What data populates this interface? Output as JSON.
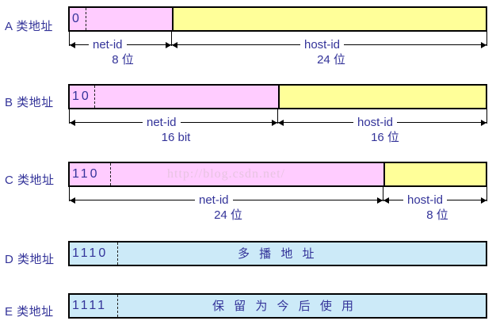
{
  "figure": {
    "title_watermark": "http://blog.csdn.net/",
    "colors": {
      "net_id_fill": "#ffccff",
      "host_id_fill": "#ffff99",
      "class_de_fill": "#cceaf8",
      "text": "#333399",
      "border": "#000000",
      "watermark": "#e8c4e2",
      "background": "#ffffff"
    }
  },
  "rows": [
    {
      "label": "A 类地址",
      "prefix_bits": "0",
      "segments": [
        {
          "name": "net-id",
          "caption": "net-id",
          "sub": "8 位"
        },
        {
          "name": "host-id",
          "caption": "host-id",
          "sub": "24 位"
        }
      ]
    },
    {
      "label": "B 类地址",
      "prefix_bits": "10",
      "segments": [
        {
          "name": "net-id",
          "caption": "net-id",
          "sub": "16 bit"
        },
        {
          "name": "host-id",
          "caption": "host-id",
          "sub": "16 位"
        }
      ]
    },
    {
      "label": "C 类地址",
      "prefix_bits": "110",
      "segments": [
        {
          "name": "net-id",
          "caption": "net-id",
          "sub": "24 位"
        },
        {
          "name": "host-id",
          "caption": "host-id",
          "sub": "8 位"
        }
      ]
    },
    {
      "label": "D 类地址",
      "prefix_bits": "1110",
      "body_text": "多 播 地 址"
    },
    {
      "label": "E 类地址",
      "prefix_bits": "1111",
      "body_text": "保 留 为 今 后 使 用"
    }
  ]
}
